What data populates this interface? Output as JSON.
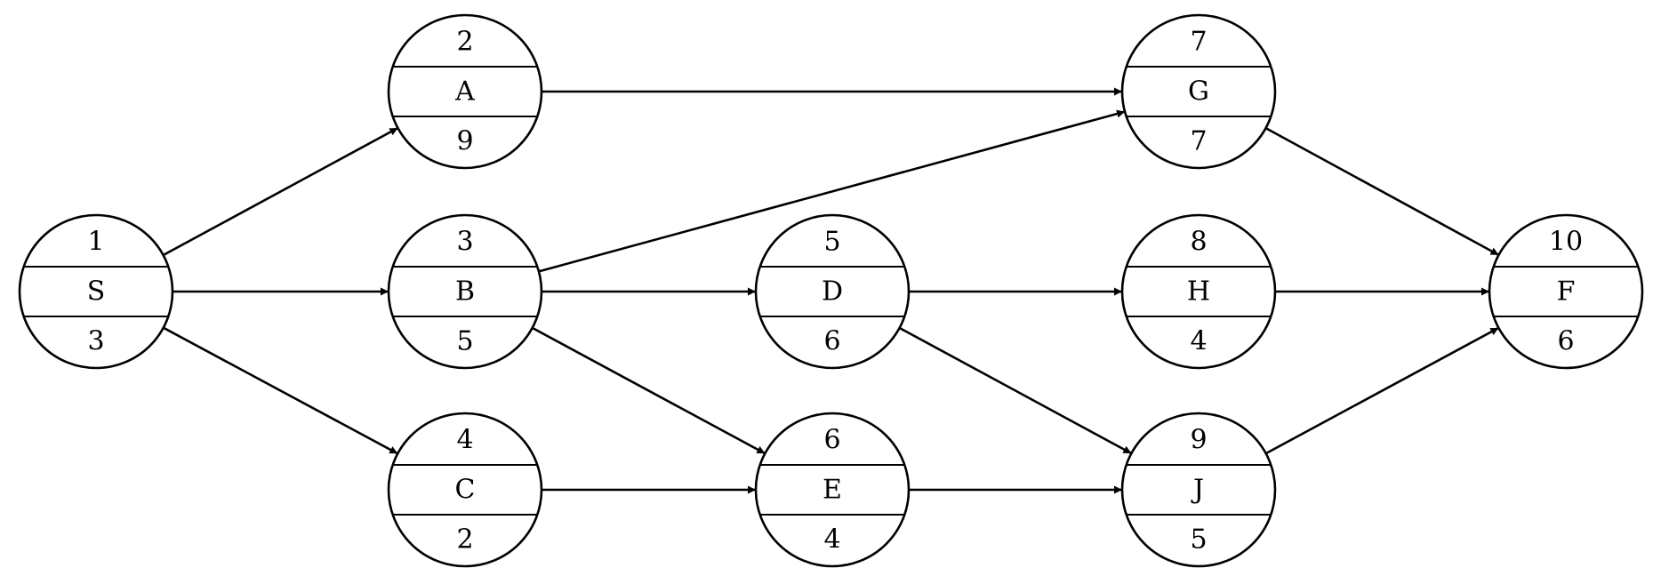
{
  "diagram": {
    "type": "activity-on-node network",
    "nodes": [
      {
        "id": "S",
        "top": "1",
        "name": "S",
        "bottom": "3"
      },
      {
        "id": "A",
        "top": "2",
        "name": "A",
        "bottom": "9"
      },
      {
        "id": "B",
        "top": "3",
        "name": "B",
        "bottom": "5"
      },
      {
        "id": "C",
        "top": "4",
        "name": "C",
        "bottom": "2"
      },
      {
        "id": "D",
        "top": "5",
        "name": "D",
        "bottom": "6"
      },
      {
        "id": "E",
        "top": "6",
        "name": "E",
        "bottom": "4"
      },
      {
        "id": "G",
        "top": "7",
        "name": "G",
        "bottom": "7"
      },
      {
        "id": "H",
        "top": "8",
        "name": "H",
        "bottom": "4"
      },
      {
        "id": "J",
        "top": "9",
        "name": "J",
        "bottom": "5"
      },
      {
        "id": "F",
        "top": "10",
        "name": "F",
        "bottom": "6"
      }
    ],
    "edges": [
      {
        "from": "S",
        "to": "A"
      },
      {
        "from": "S",
        "to": "B"
      },
      {
        "from": "S",
        "to": "C"
      },
      {
        "from": "A",
        "to": "G"
      },
      {
        "from": "B",
        "to": "G"
      },
      {
        "from": "B",
        "to": "D"
      },
      {
        "from": "B",
        "to": "E"
      },
      {
        "from": "C",
        "to": "E"
      },
      {
        "from": "D",
        "to": "H"
      },
      {
        "from": "D",
        "to": "J"
      },
      {
        "from": "E",
        "to": "J"
      },
      {
        "from": "G",
        "to": "F"
      },
      {
        "from": "H",
        "to": "F"
      },
      {
        "from": "J",
        "to": "F"
      }
    ]
  }
}
